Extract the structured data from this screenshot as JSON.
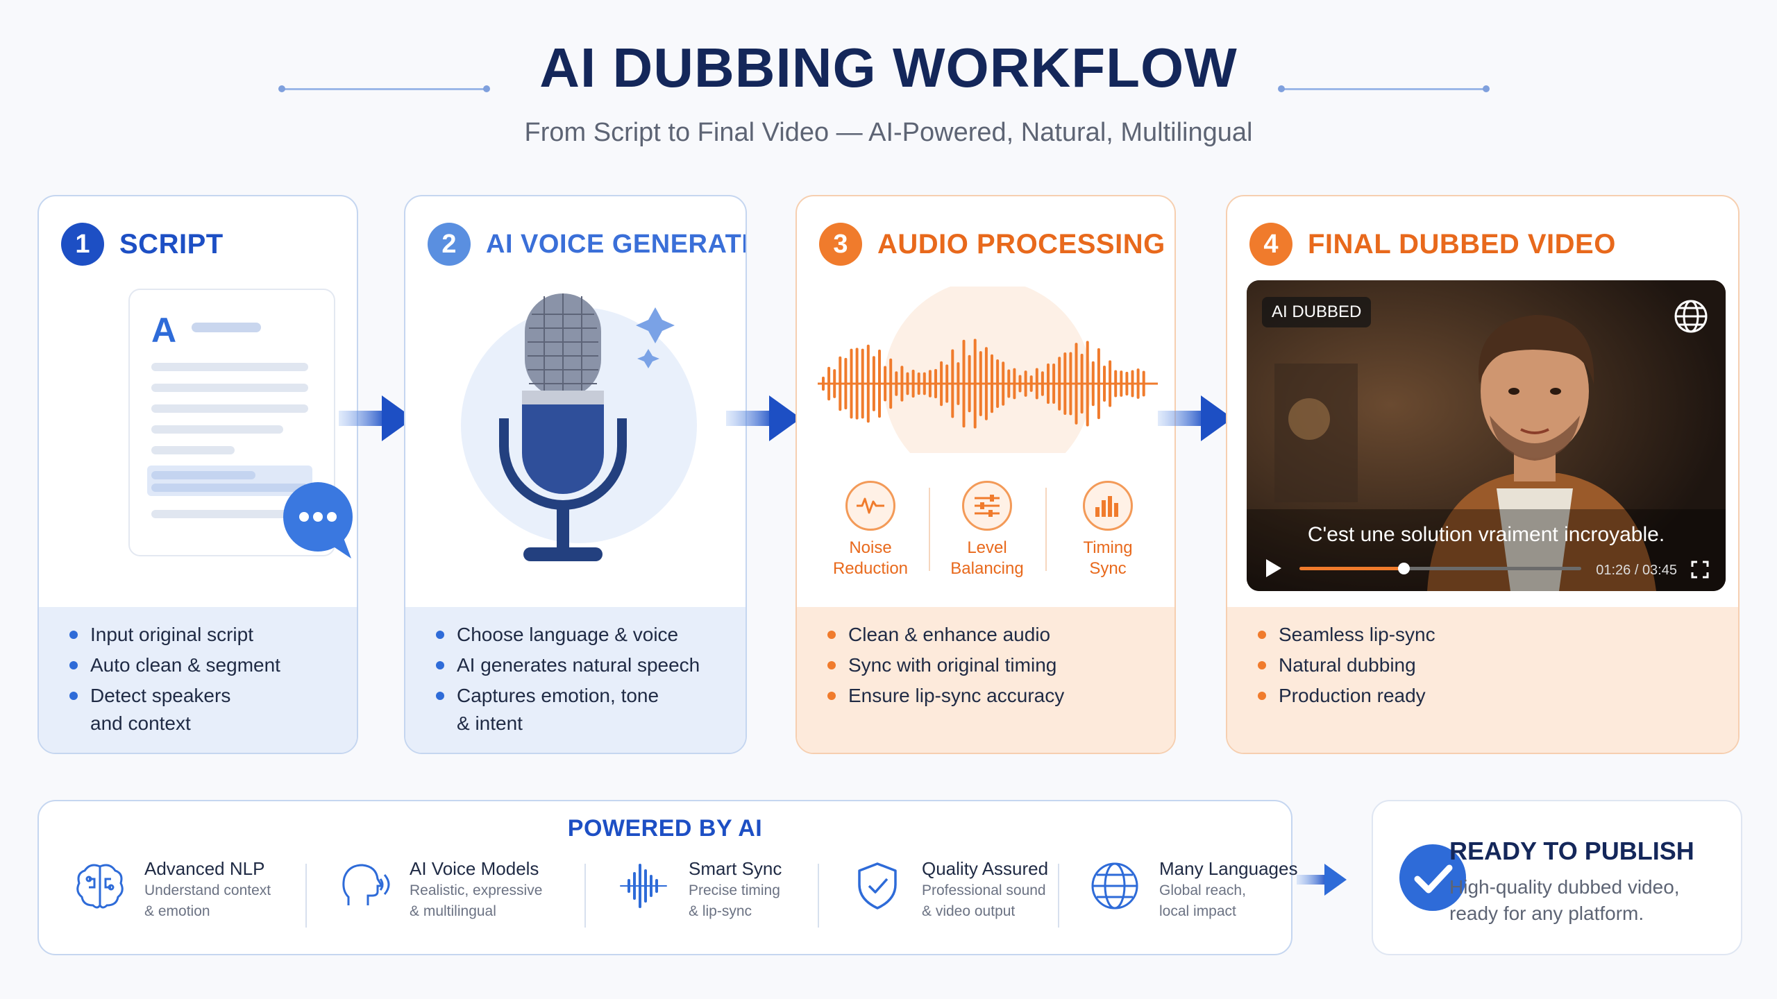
{
  "header": {
    "title": "AI DUBBING WORKFLOW",
    "subtitle": "From Script to Final Video — AI-Powered, Natural, Multilingual"
  },
  "steps": [
    {
      "number": "1",
      "title": "SCRIPT",
      "bullets": [
        "Input original script",
        "Auto clean & segment",
        "Detect speakers",
        "and context"
      ]
    },
    {
      "number": "2",
      "title": "AI VOICE GENERATION",
      "bullets": [
        "Choose language & voice",
        "AI generates natural speech",
        "Captures emotion, tone",
        "& intent"
      ]
    },
    {
      "number": "3",
      "title": "AUDIO PROCESSING",
      "bullets": [
        "Clean & enhance audio",
        "Sync with original timing",
        "Ensure lip-sync accuracy"
      ],
      "tools": [
        {
          "line1": "Noise",
          "line2": "Reduction",
          "icon": "waveform-icon"
        },
        {
          "line1": "Level",
          "line2": "Balancing",
          "icon": "sliders-icon"
        },
        {
          "line1": "Timing",
          "line2": "Sync",
          "icon": "bars-icon"
        }
      ]
    },
    {
      "number": "4",
      "title": "FINAL DUBBED VIDEO",
      "bullets": [
        "Seamless lip-sync",
        "Natural dubbing",
        "Production ready"
      ]
    }
  ],
  "video": {
    "badge": "AI DUBBED",
    "caption": "C'est une solution vraiment incroyable.",
    "time": "01:26 / 03:45",
    "progress": 0.37
  },
  "powered": {
    "title": "POWERED BY AI",
    "features": [
      {
        "name": "Advanced NLP",
        "desc1": "Understand context",
        "desc2": "& emotion",
        "icon": "brain-icon"
      },
      {
        "name": "AI Voice Models",
        "desc1": "Realistic, expressive",
        "desc2": "& multilingual",
        "icon": "speaking-head-icon"
      },
      {
        "name": "Smart Sync",
        "desc1": "Precise timing",
        "desc2": "& lip-sync",
        "icon": "sound-wave-icon"
      },
      {
        "name": "Quality Assured",
        "desc1": "Professional sound",
        "desc2": "& video output",
        "icon": "shield-check-icon"
      },
      {
        "name": "Many Languages",
        "desc1": "Global reach,",
        "desc2": "local impact",
        "icon": "globe-icon"
      }
    ]
  },
  "ready": {
    "title": "READY TO PUBLISH",
    "desc1": "High-quality dubbed video,",
    "desc2": "ready for any platform."
  },
  "colors": {
    "blue": "#1d4fc4",
    "orange": "#f07b2c",
    "navy": "#14275a"
  }
}
